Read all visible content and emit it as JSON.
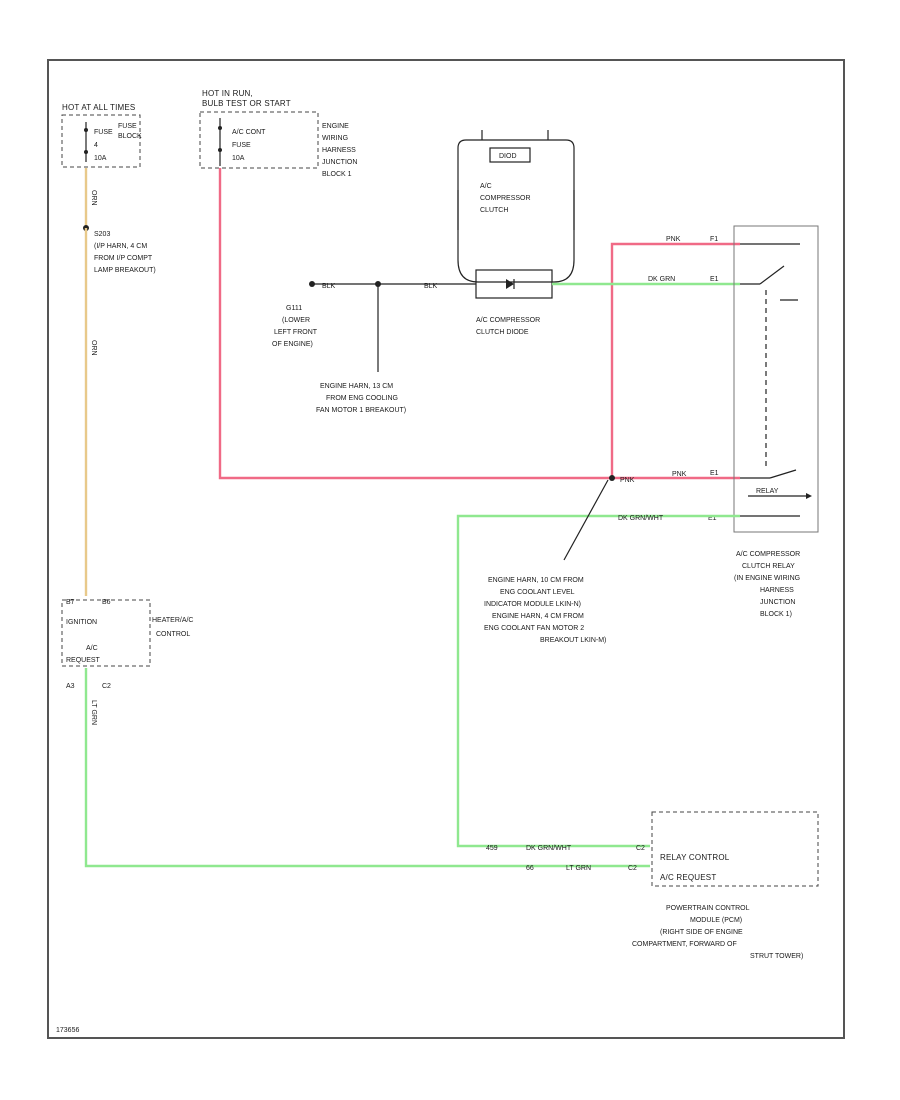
{
  "colors": {
    "red_wire": "#f06a86",
    "green_wire": "#8fe88f",
    "yellow_wire": "#e8c98a",
    "black_wire": "#222222",
    "frame": "#555555"
  },
  "power_left": {
    "header": "HOT AT ALL TIMES",
    "fuse_name": "FUSE",
    "fuse_no": "4",
    "fuse_amp": "10A",
    "fuse_block": [
      "FUSE",
      "BLOCK"
    ]
  },
  "power_right": {
    "header": [
      "HOT IN RUN,",
      "BULB TEST OR START"
    ],
    "fuse_name": "A/C CONT",
    "fuse_type": "FUSE",
    "fuse_amp": "10A",
    "location": [
      "ENGINE",
      "WIRING",
      "HARNESS",
      "JUNCTION",
      "BLOCK 1"
    ]
  },
  "splice_left": {
    "id": "S203",
    "desc": [
      "S203",
      "(I/P HARN, 4 CM",
      "FROM I/P COMPT",
      "LAMP BREAKOUT)"
    ]
  },
  "compressor": {
    "label": [
      "A/C",
      "COMPRESSOR",
      "CLUTCH"
    ],
    "diode_label": [
      "A/C COMPRESSOR",
      "CLUTCH DIODE"
    ],
    "top_tag": "DIOD"
  },
  "ground": {
    "id": "G111",
    "desc": [
      "G111",
      "(LOWER",
      "LEFT FRONT",
      "OF ENGINE)"
    ],
    "wire_left": "BLK",
    "wire_right": "BLK"
  },
  "splice_note_1": [
    "ENGINE HARN, 13 CM",
    "FROM ENG COOLING",
    "FAN MOTOR 1 BREAKOUT)"
  ],
  "splice_note_2": [
    "ENGINE HARN, 10 CM FROM",
    "ENG COOLANT LEVEL",
    "INDICATOR MODULE LKIN-N)",
    "ENGINE HARN, 4 CM FROM",
    "ENG COOLANT FAN MOTOR 2",
    "BREAKOUT LKIN-M)"
  ],
  "relay": {
    "label": [
      "A/C COMPRESSOR",
      "CLUTCH RELAY",
      "(IN ENGINE WIRING",
      "HARNESS",
      "JUNCTION",
      "BLOCK 1)"
    ],
    "coil_tag": "RELAY",
    "pin_top": "F1",
    "pin_mid": "E1",
    "pin_low": "E1",
    "pin_bot": "E1"
  },
  "wires": {
    "red_top": "PNK",
    "green_top": "DK GRN",
    "red_bot": "PNK",
    "red_bot_2": "PNK",
    "green_bot": "DK GRN/WHT",
    "orn": "ORN",
    "lt_grn": "LT GRN",
    "dk_grn_wht_pcm": "DK GRN/WHT",
    "lt_grn_pcm": "LT GRN"
  },
  "control": {
    "pins_top": [
      "B7",
      "B6"
    ],
    "lines": [
      "IGNITION",
      "A/C",
      "REQUEST"
    ],
    "title": [
      "HEATER/A/C",
      "CONTROL"
    ],
    "pins_bot": [
      "A3",
      "C2"
    ]
  },
  "pcm": {
    "lines": [
      "RELAY CONTROL",
      "A/C REQUEST"
    ],
    "pin_1": "459",
    "pin_2": "66",
    "term_1": "C2",
    "term_2": "C2",
    "label": [
      "POWERTRAIN CONTROL",
      "MODULE (PCM)",
      "(RIGHT SIDE OF ENGINE",
      "COMPARTMENT, FORWARD OF",
      "STRUT TOWER)"
    ]
  },
  "footer": "173656"
}
